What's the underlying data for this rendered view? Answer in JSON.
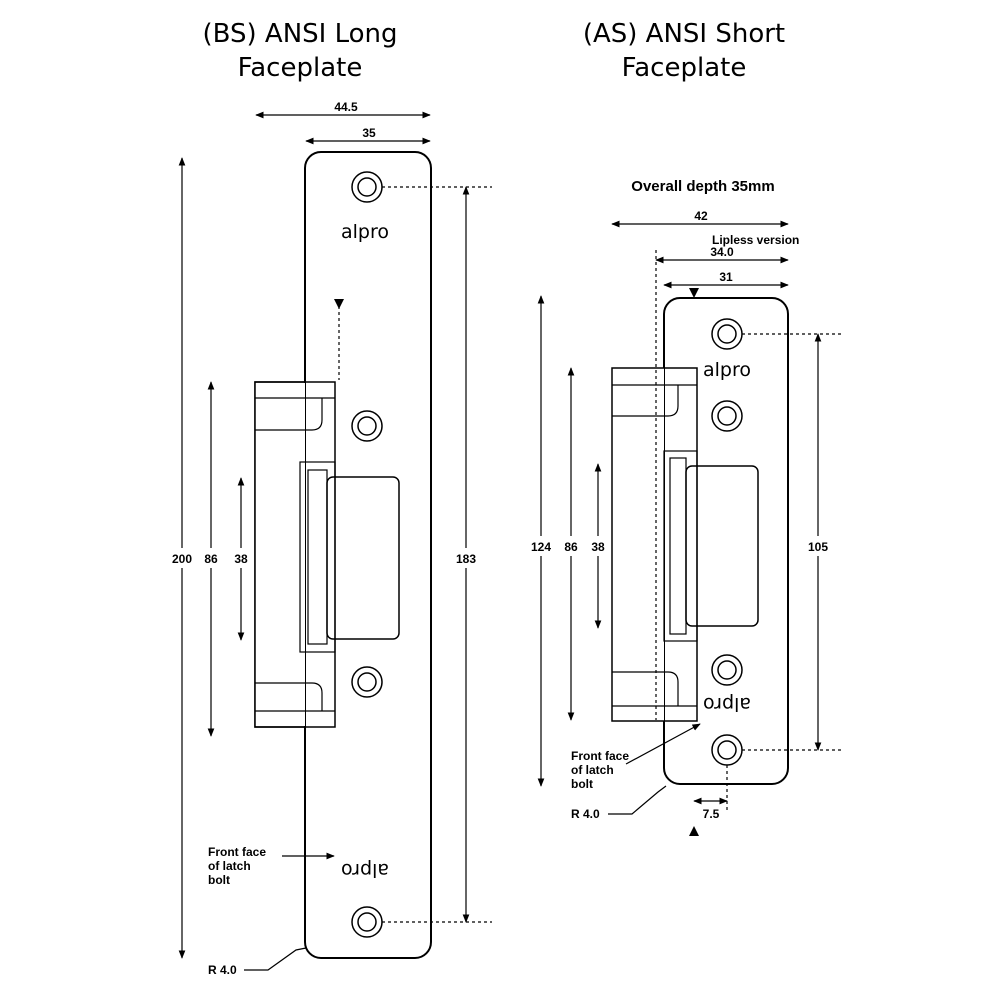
{
  "long": {
    "title_line1": "(BS) ANSI Long",
    "title_line2": "Faceplate",
    "dim_44_5": "44.5",
    "dim_35": "35",
    "dim_200": "200",
    "dim_86": "86",
    "dim_38": "38",
    "dim_183": "183",
    "logo_top": "alpro",
    "logo_bottom": "alpro",
    "front_face_line1": "Front face",
    "front_face_line2": "of latch",
    "front_face_line3": "bolt",
    "radius": "R 4.0"
  },
  "short": {
    "title_line1": "(AS) ANSI Short",
    "title_line2": "Faceplate",
    "overall_depth": "Overall depth 35mm",
    "dim_42": "42",
    "lipless_version": "Lipless version",
    "dim_34": "34.0",
    "dim_31": "31",
    "dim_124": "124",
    "dim_86": "86",
    "dim_38": "38",
    "dim_105": "105",
    "dim_7_5": "7.5",
    "logo_top": "alpro",
    "logo_bottom": "alpro",
    "front_face_line1": "Front face",
    "front_face_line2": "of latch",
    "front_face_line3": "bolt",
    "radius": "R 4.0"
  }
}
